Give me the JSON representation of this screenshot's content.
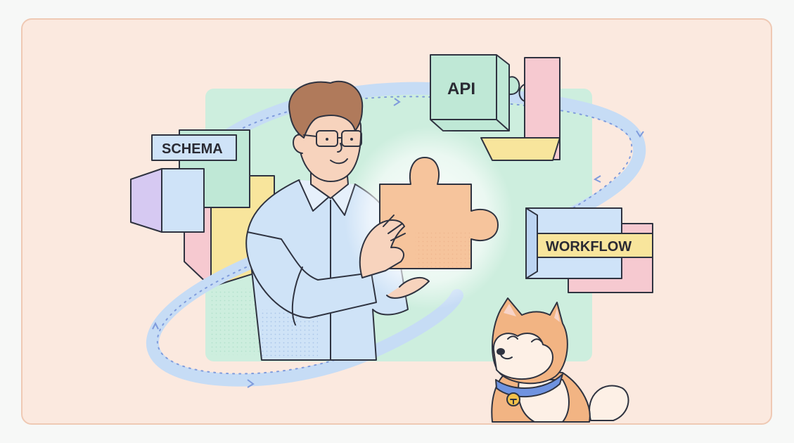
{
  "labels": {
    "schema": "SCHEMA",
    "api": "API",
    "workflow": "WORKFLOW"
  },
  "colors": {
    "card_background": "#fbe9df",
    "card_border": "#efc9b4",
    "mint_panel": "#cdeede",
    "orbit": "#c6dcf5",
    "orbit_dots": "#7f9bdc",
    "puzzle_piece": "#f6c49c",
    "shirt": "#cfe3f7",
    "hair": "#b07a5b",
    "skin": "#f7d3bd",
    "dog_fur": "#f2b483",
    "dog_collar": "#6f93e0",
    "bell": "#f2c14a",
    "block_mint": "#bfe8d6",
    "block_pink": "#f6c9d0",
    "block_yellow": "#f8e59c",
    "block_lavender": "#d6c9f2",
    "block_blue": "#cfe3f8"
  },
  "icons": [
    "puzzle-piece-icon",
    "dog-icon",
    "person-illustration",
    "orbit-arrow-icon"
  ]
}
